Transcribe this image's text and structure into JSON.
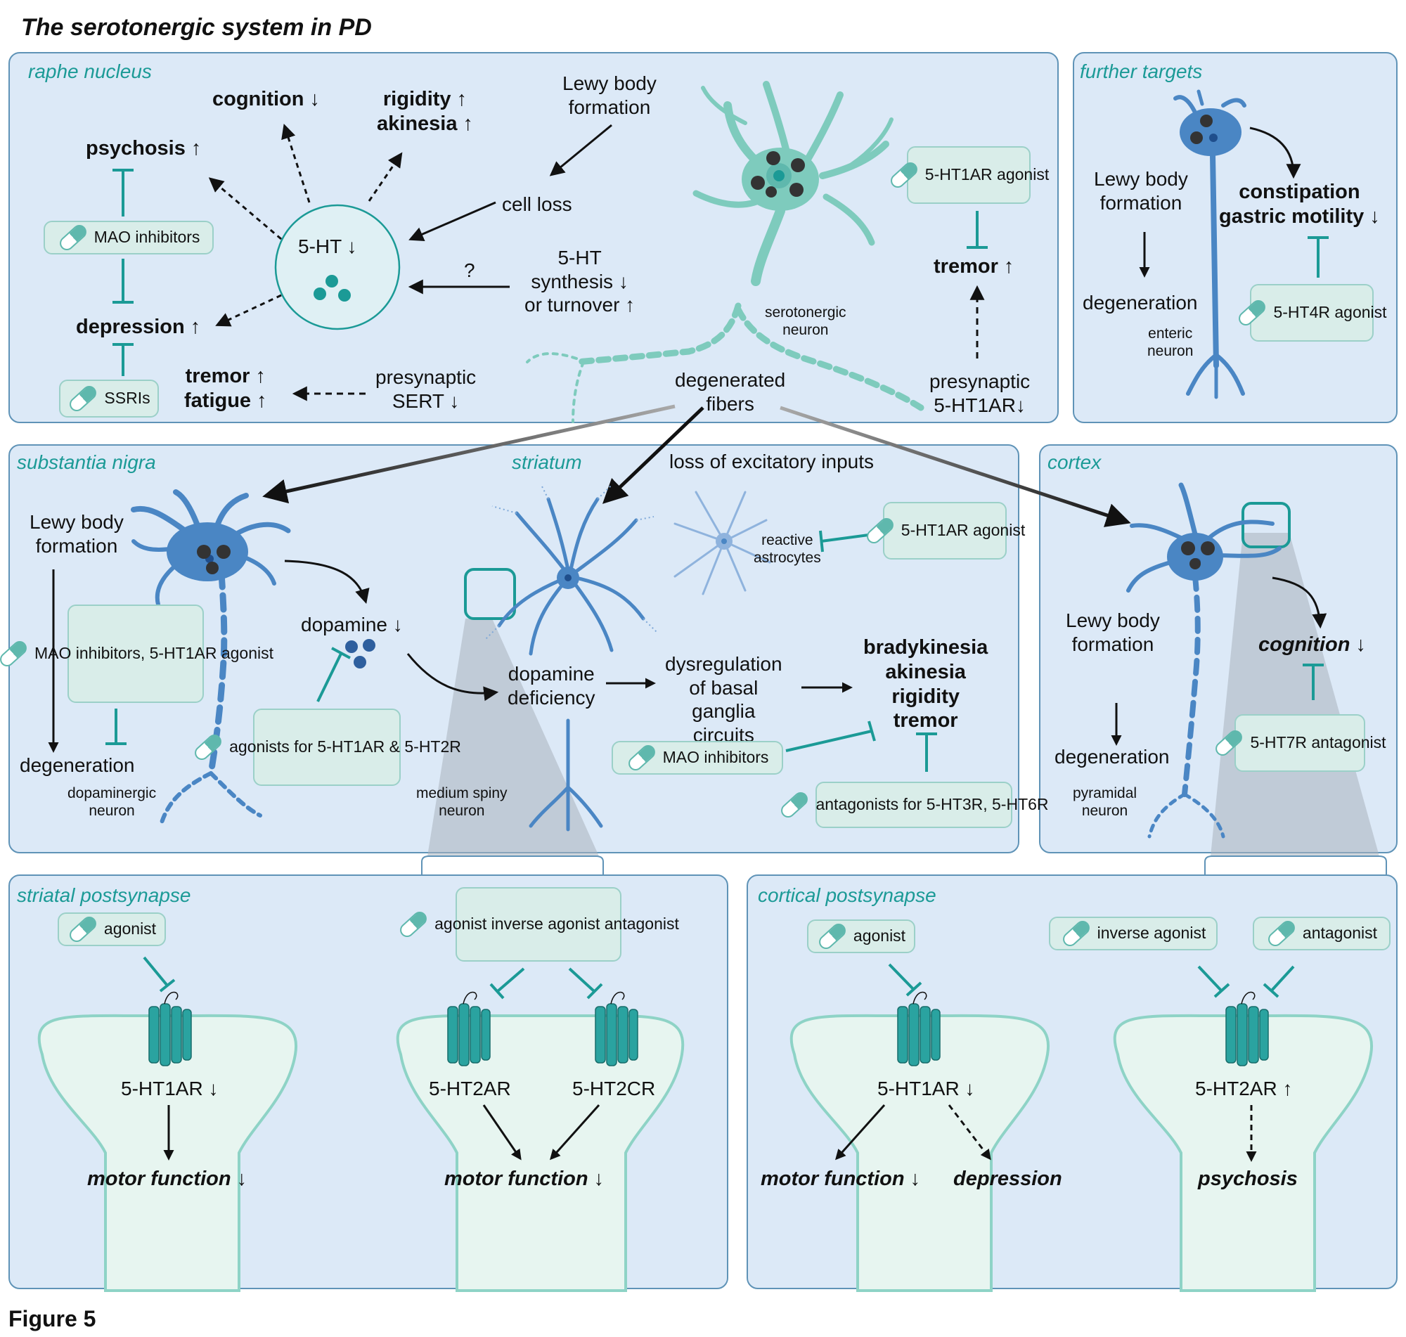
{
  "title": "The serotonergic system in PD",
  "figure_label": "Figure 5",
  "colors": {
    "panel_fill": "#dce9f7",
    "panel_border": "#5f93b7",
    "teal": "#1b9a96",
    "drug_fill": "#d9ede9",
    "neuron_blue": "#4a86c4",
    "neuron_teal": "#7ecbbd"
  },
  "raphe": {
    "title": "raphe nucleus",
    "cognition": "cognition ↓",
    "rigidity": "rigidity ↑\nakinesia ↑",
    "psychosis": "psychosis ↑",
    "depression": "depression ↑",
    "tremor_fatigue": "tremor ↑\nfatigue ↑",
    "ht": "5-HT ↓",
    "lewy": "Lewy body\nformation",
    "cell_loss": "cell loss",
    "question": "?",
    "synthesis": "5-HT\nsynthesis ↓\nor turnover ↑",
    "sert": "presynaptic\nSERT ↓",
    "serotonergic_neuron": "serotonergic\nneuron",
    "degenerated_fibers": "degenerated\nfibers",
    "presyn_1a": "presynaptic\n5-HT1AR↓",
    "tremor": "tremor ↑",
    "drug_mao": "MAO inhibitors",
    "drug_ssri": "SSRIs",
    "drug_1a_agonist": "5-HT1AR\nagonist"
  },
  "further": {
    "title": "further targets",
    "lewy": "Lewy body\nformation",
    "degeneration": "degeneration",
    "enteric_neuron": "enteric\nneuron",
    "constipation": "constipation\ngastric motility ↓",
    "drug_4r": "5-HT4R\nagonist"
  },
  "nigra": {
    "title": "substantia nigra",
    "lewy": "Lewy body\nformation",
    "degeneration": "degeneration",
    "dopaminergic_neuron": "dopaminergic\nneuron",
    "dopamine": "dopamine ↓",
    "drug_mao_1a": "MAO\ninhibitors,\n5-HT1AR\nagonist",
    "drug_agonists": "agonists for\n5-HT1AR &\n5-HT2R"
  },
  "striatum": {
    "title": "striatum",
    "loss_excitatory": "loss of excitatory inputs",
    "reactive_astrocytes": "reactive\nastrocytes",
    "drug_1a_agonist": "5-HT1AR\nagonist",
    "dopamine_deficiency": "dopamine\ndeficiency",
    "dysregulation": "dysregulation\nof basal\nganglia\ncircuits",
    "motor_symptoms": "bradykinesia\nakinesia\nrigidity\ntremor",
    "drug_mao": "MAO inhibitors",
    "drug_antagonists": "antagonists for\n5-HT3R, 5-HT6R",
    "medium_spiny_neuron": "medium spiny\nneuron"
  },
  "cortex": {
    "title": "cortex",
    "lewy": "Lewy body\nformation",
    "degeneration": "degeneration",
    "pyramidal_neuron": "pyramidal\nneuron",
    "cognition": "cognition ↓",
    "drug_7r": "5-HT7R\nantagonist"
  },
  "striatal_post": {
    "title": "striatal  postsynapse",
    "drug_agonist": "agonist",
    "drug_multi": "agonist\ninverse agonist\nantagonist",
    "r1a": "5-HT1AR ↓",
    "r2a": "5-HT2AR",
    "r2c": "5-HT2CR",
    "motor_left": "motor function ↓",
    "motor_right": "motor function ↓"
  },
  "cortical_post": {
    "title": "cortical  postsynapse",
    "drug_agonist": "agonist",
    "drug_inverse": "inverse agonist",
    "drug_antagonist": "antagonist",
    "r1a": "5-HT1AR ↓",
    "r2a": "5-HT2AR ↑",
    "motor": "motor function ↓",
    "depression": "depression",
    "psychosis": "psychosis"
  }
}
